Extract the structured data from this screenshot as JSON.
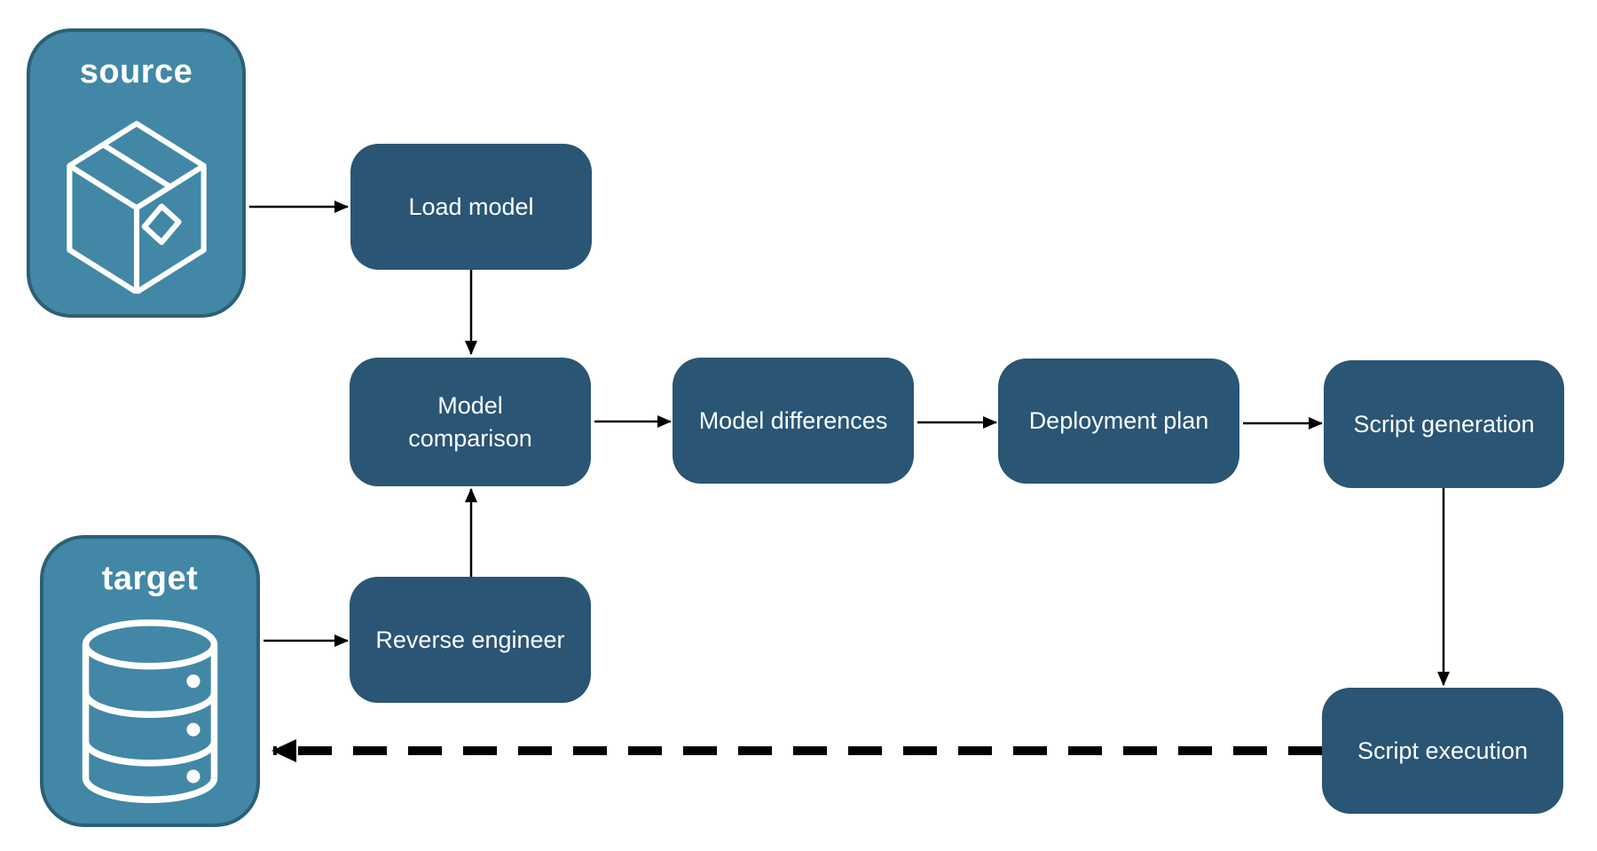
{
  "containers": {
    "source": {
      "label": "source",
      "icon": "package-icon"
    },
    "target": {
      "label": "target",
      "icon": "database-icon"
    }
  },
  "nodes": {
    "load_model": {
      "label": "Load model"
    },
    "model_comparison": {
      "label": "Model comparison"
    },
    "model_differences": {
      "label": "Model differences"
    },
    "deployment_plan": {
      "label": "Deployment plan"
    },
    "script_generation": {
      "label": "Script generation"
    },
    "reverse_engineer": {
      "label": "Reverse engineer"
    },
    "script_execution": {
      "label": "Script execution"
    }
  },
  "edges": [
    {
      "from": "source",
      "to": "load_model",
      "style": "solid"
    },
    {
      "from": "load_model",
      "to": "model_comparison",
      "style": "solid"
    },
    {
      "from": "model_comparison",
      "to": "model_differences",
      "style": "solid"
    },
    {
      "from": "model_differences",
      "to": "deployment_plan",
      "style": "solid"
    },
    {
      "from": "deployment_plan",
      "to": "script_generation",
      "style": "solid"
    },
    {
      "from": "script_generation",
      "to": "script_execution",
      "style": "solid"
    },
    {
      "from": "target",
      "to": "reverse_engineer",
      "style": "solid"
    },
    {
      "from": "reverse_engineer",
      "to": "model_comparison",
      "style": "solid"
    },
    {
      "from": "script_execution",
      "to": "target",
      "style": "dashed"
    }
  ],
  "colors": {
    "node_fill": "#2A5574",
    "container_fill": "#4287A6",
    "container_border": "#2C6077",
    "text": "#FFFFFF",
    "arrow": "#000000",
    "background": "#FFFFFF"
  }
}
